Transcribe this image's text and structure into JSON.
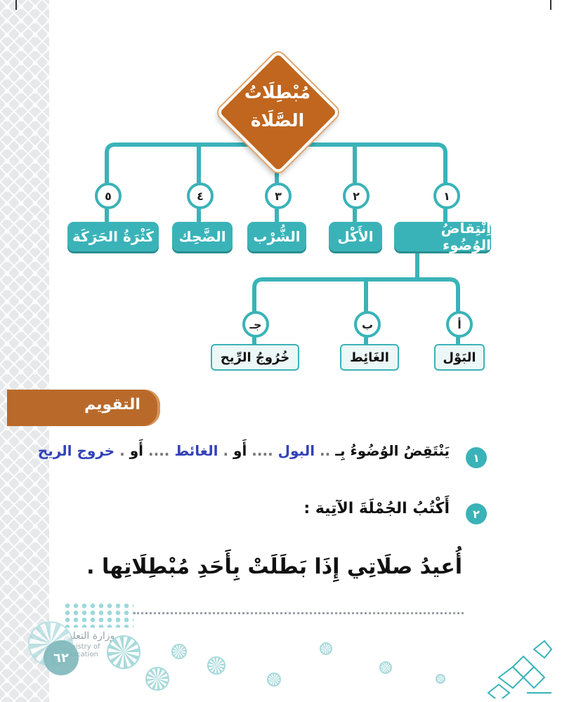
{
  "diagram": {
    "root": {
      "line1": "مُبْطِلَاتُ",
      "line2": "الصَّلَاة"
    },
    "items": [
      {
        "number": "١",
        "label": "اِنْتِقاضُ الوُضُوء"
      },
      {
        "number": "٢",
        "label": "الأَكْل"
      },
      {
        "number": "٣",
        "label": "الشُّرْب"
      },
      {
        "number": "٤",
        "label": "الضَّحِك"
      },
      {
        "number": "٥",
        "label": "كَثْرَةُ الحَرَكَة"
      }
    ],
    "subitems": [
      {
        "letter": "أ",
        "label": "البَوْل"
      },
      {
        "letter": "ب",
        "label": "الغَائِط"
      },
      {
        "letter": "جـ",
        "label": "خُرُوجُ الرِّيح"
      }
    ]
  },
  "evaluation": {
    "title": "التقويم",
    "q1": {
      "number": "١",
      "prefix": "يَنْتَقِضُ الوُضُوءُ بِـ",
      "answer1": "البول",
      "or1": "أَو",
      "answer2": "الغائط",
      "or2": "أَو",
      "answer3": "خروج الريح"
    },
    "q2": {
      "number": "٢",
      "instruction": "أَكْتُبُ الجُمْلَةَ الآتِية :",
      "sentence": "أُعيدُ صلَاتِي إِذَا بَطَلَتْ بِأَحَدِ مُبْطِلَاتِها ."
    }
  },
  "footer": {
    "page_number": "٦٢",
    "ministry_ar": "وزارة التعليم",
    "ministry_en": "Ministry of Education"
  },
  "colors": {
    "teal": "#3ab3b8",
    "orange": "#c0661e",
    "banner": "#b96a2a",
    "answer_blue": "#3342b8"
  }
}
